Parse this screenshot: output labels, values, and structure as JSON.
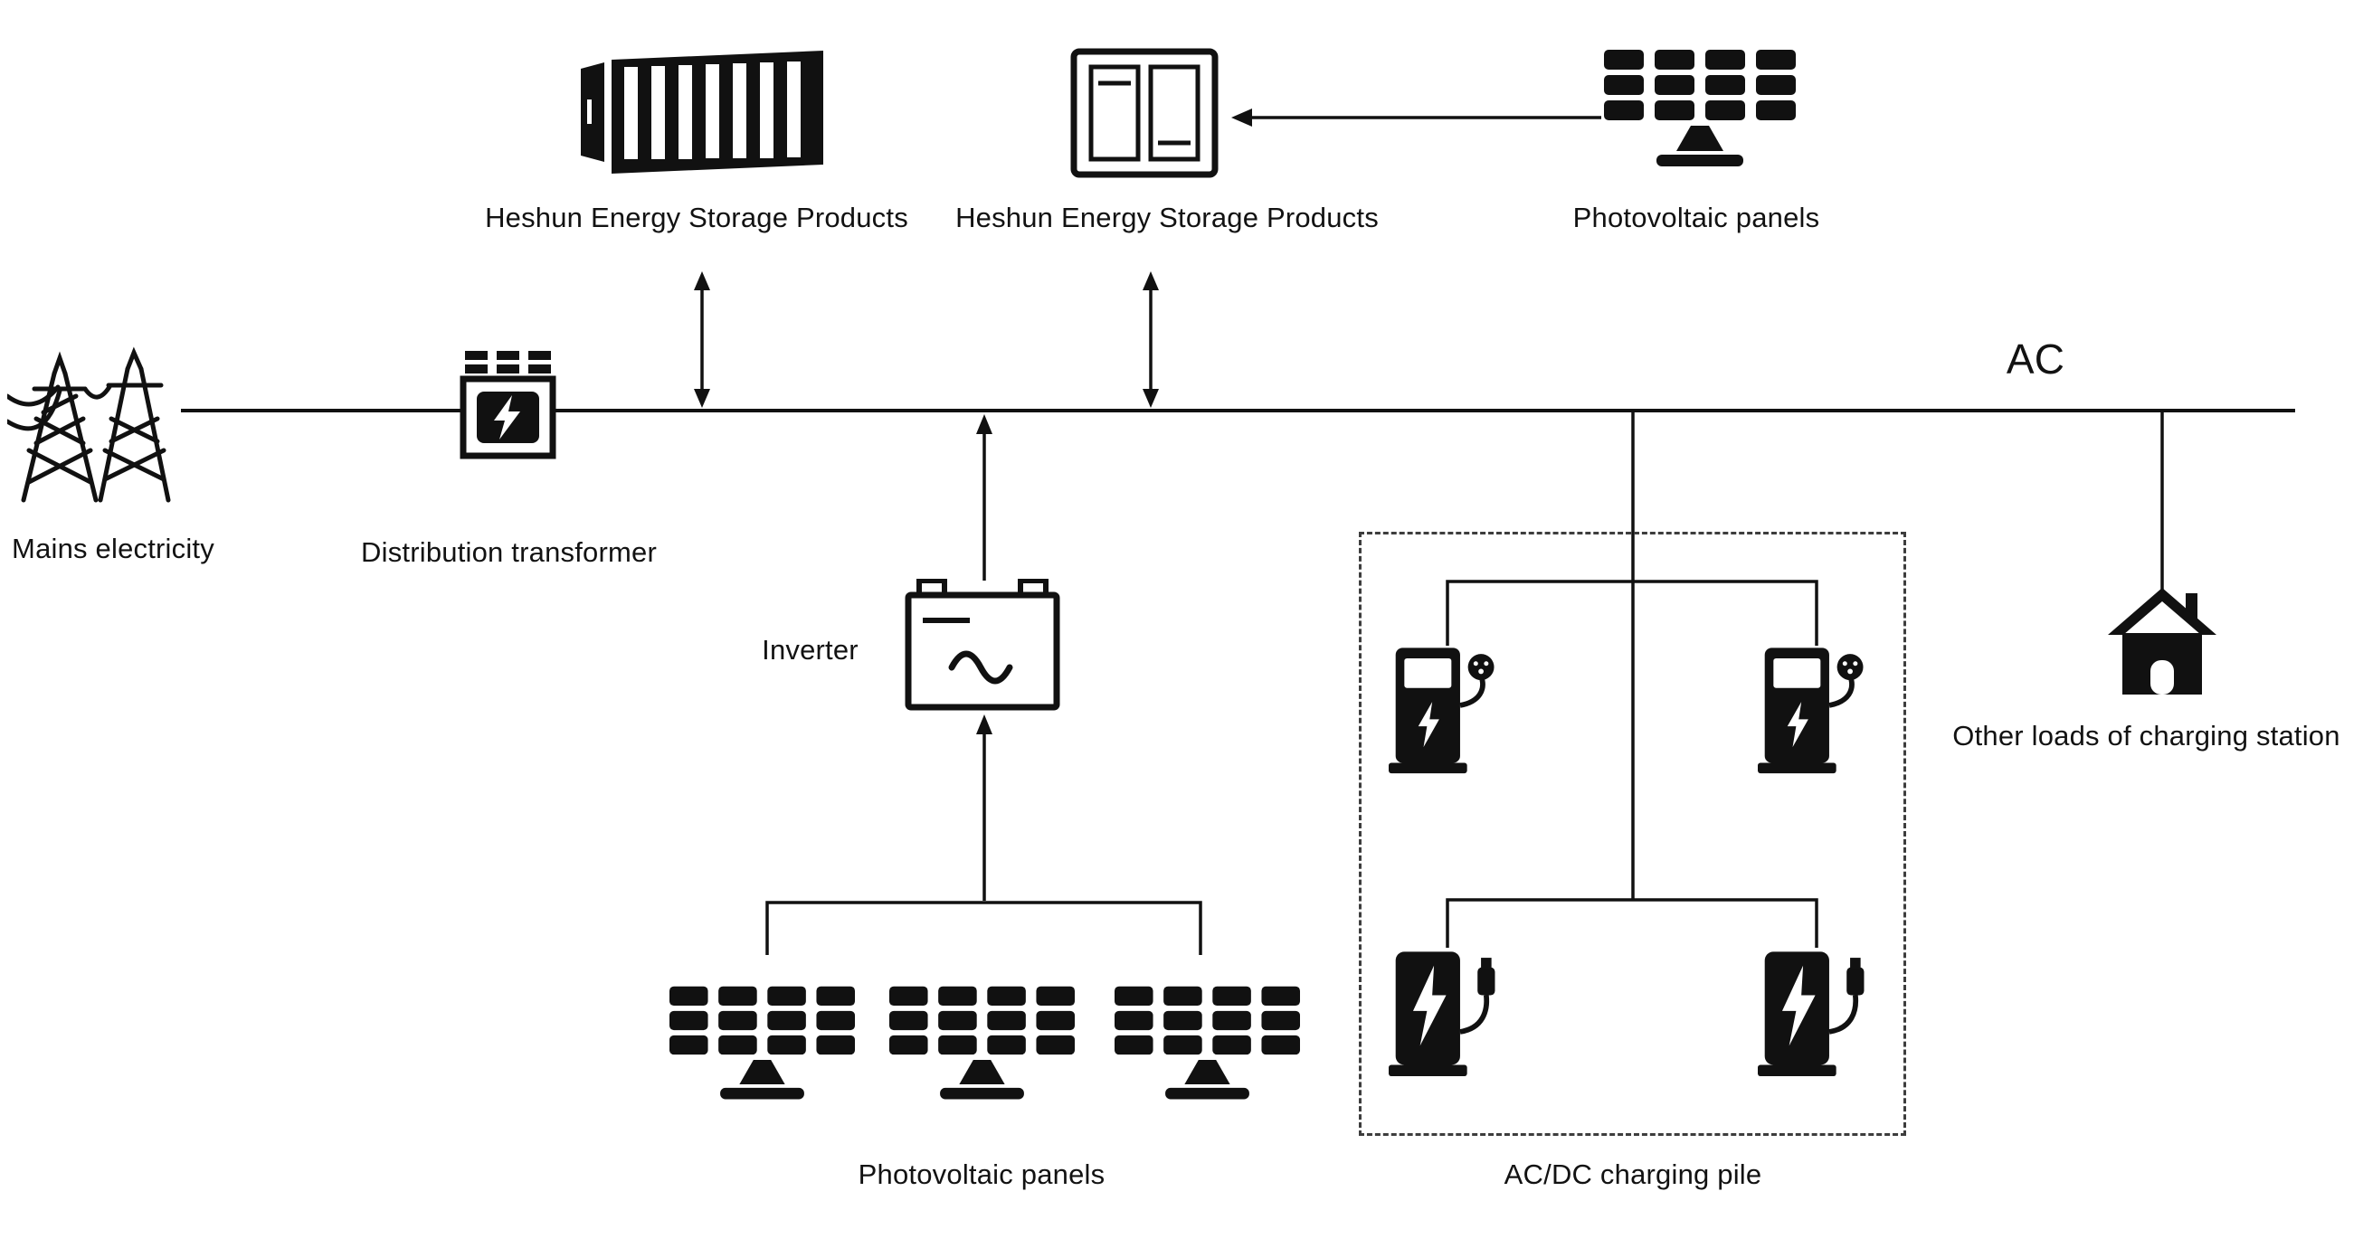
{
  "colors": {
    "background": "#ffffff",
    "ink": "#111111"
  },
  "bus": {
    "label": "AC"
  },
  "nodes": {
    "storage_container": {
      "label": "Heshun Energy Storage Products",
      "icon": "storage-container-icon"
    },
    "storage_cabinet": {
      "label": "Heshun Energy Storage Products",
      "icon": "storage-cabinet-icon"
    },
    "pv_top": {
      "label": "Photovoltaic panels",
      "icon": "solar-panel-icon"
    },
    "mains": {
      "label": "Mains electricity",
      "icon": "transmission-towers-icon"
    },
    "transformer": {
      "label": "Distribution transformer",
      "icon": "transformer-icon"
    },
    "inverter": {
      "label": "Inverter",
      "icon": "inverter-icon"
    },
    "pv_bottom": {
      "label": "Photovoltaic panels",
      "icon": "solar-panel-icon"
    },
    "charging_group": {
      "label": "AC/DC charging pile",
      "icons": [
        "ac-charging-pile-icon",
        "ac-charging-pile-icon",
        "dc-charging-pile-icon",
        "dc-charging-pile-icon"
      ]
    },
    "other_loads": {
      "label": "Other loads of charging station",
      "icon": "house-icon"
    }
  }
}
